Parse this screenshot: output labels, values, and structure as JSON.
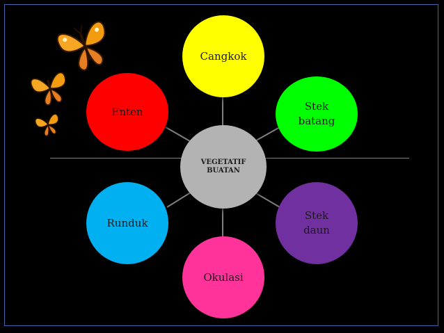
{
  "diagram": {
    "center": {
      "label": "VEGETATIF\nBUATAN",
      "color": "#b3b3b3"
    },
    "nodes": [
      {
        "id": "cangkok",
        "label": "Cangkok",
        "color": "#ffff00"
      },
      {
        "id": "stek-batang",
        "label": "Stek\nbatang",
        "color": "#00ff00"
      },
      {
        "id": "stek-daun",
        "label": "Stek\ndaun",
        "color": "#7030a0"
      },
      {
        "id": "okulasi",
        "label": "Okulasi",
        "color": "#ff3399"
      },
      {
        "id": "runduk",
        "label": "Runduk",
        "color": "#00b0f0"
      },
      {
        "id": "enten",
        "label": "Enten",
        "color": "#ff0000"
      }
    ],
    "connector_color": "#7f7f7f"
  },
  "decorations": {
    "butterflies": [
      {
        "name": "butterfly-large",
        "color": "#f39c12"
      },
      {
        "name": "butterfly-medium",
        "color": "#f39c12"
      },
      {
        "name": "butterfly-small",
        "color": "#f39c12"
      }
    ]
  }
}
